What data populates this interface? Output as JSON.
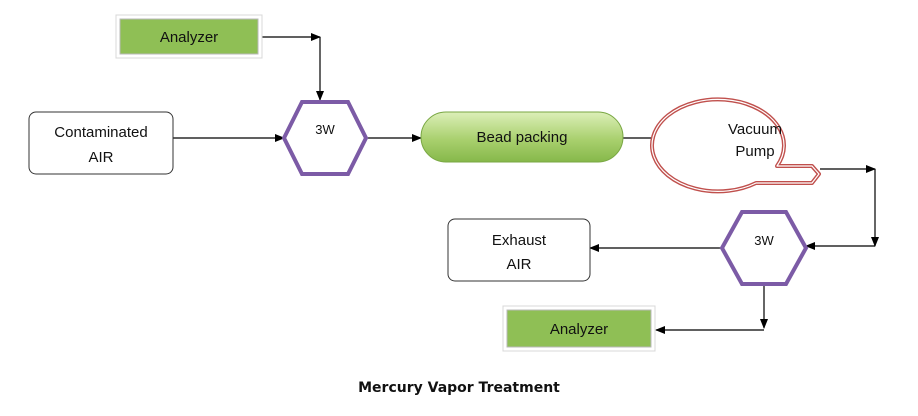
{
  "nodes": {
    "analyzer_top": "Analyzer",
    "contaminated_air": [
      "Contaminated",
      "AIR"
    ],
    "valve_top": "3W",
    "bead_packing": "Bead packing",
    "vacuum_pump": [
      "Vacuum",
      "Pump"
    ],
    "valve_bottom": "3W",
    "exhaust_air": [
      "Exhaust",
      "AIR"
    ],
    "analyzer_bottom": "Analyzer"
  },
  "caption": "Mercury Vapor Treatment",
  "colors": {
    "analyzer_fill": "#8fbf55",
    "analyzer_border": "#d8d8d8",
    "valve_stroke": "#7c5ba6",
    "bead_fill_light": "#cfe6a5",
    "bead_fill_dark": "#8cbf4e",
    "pump_stroke": "#c0504d",
    "line": "#000000"
  }
}
